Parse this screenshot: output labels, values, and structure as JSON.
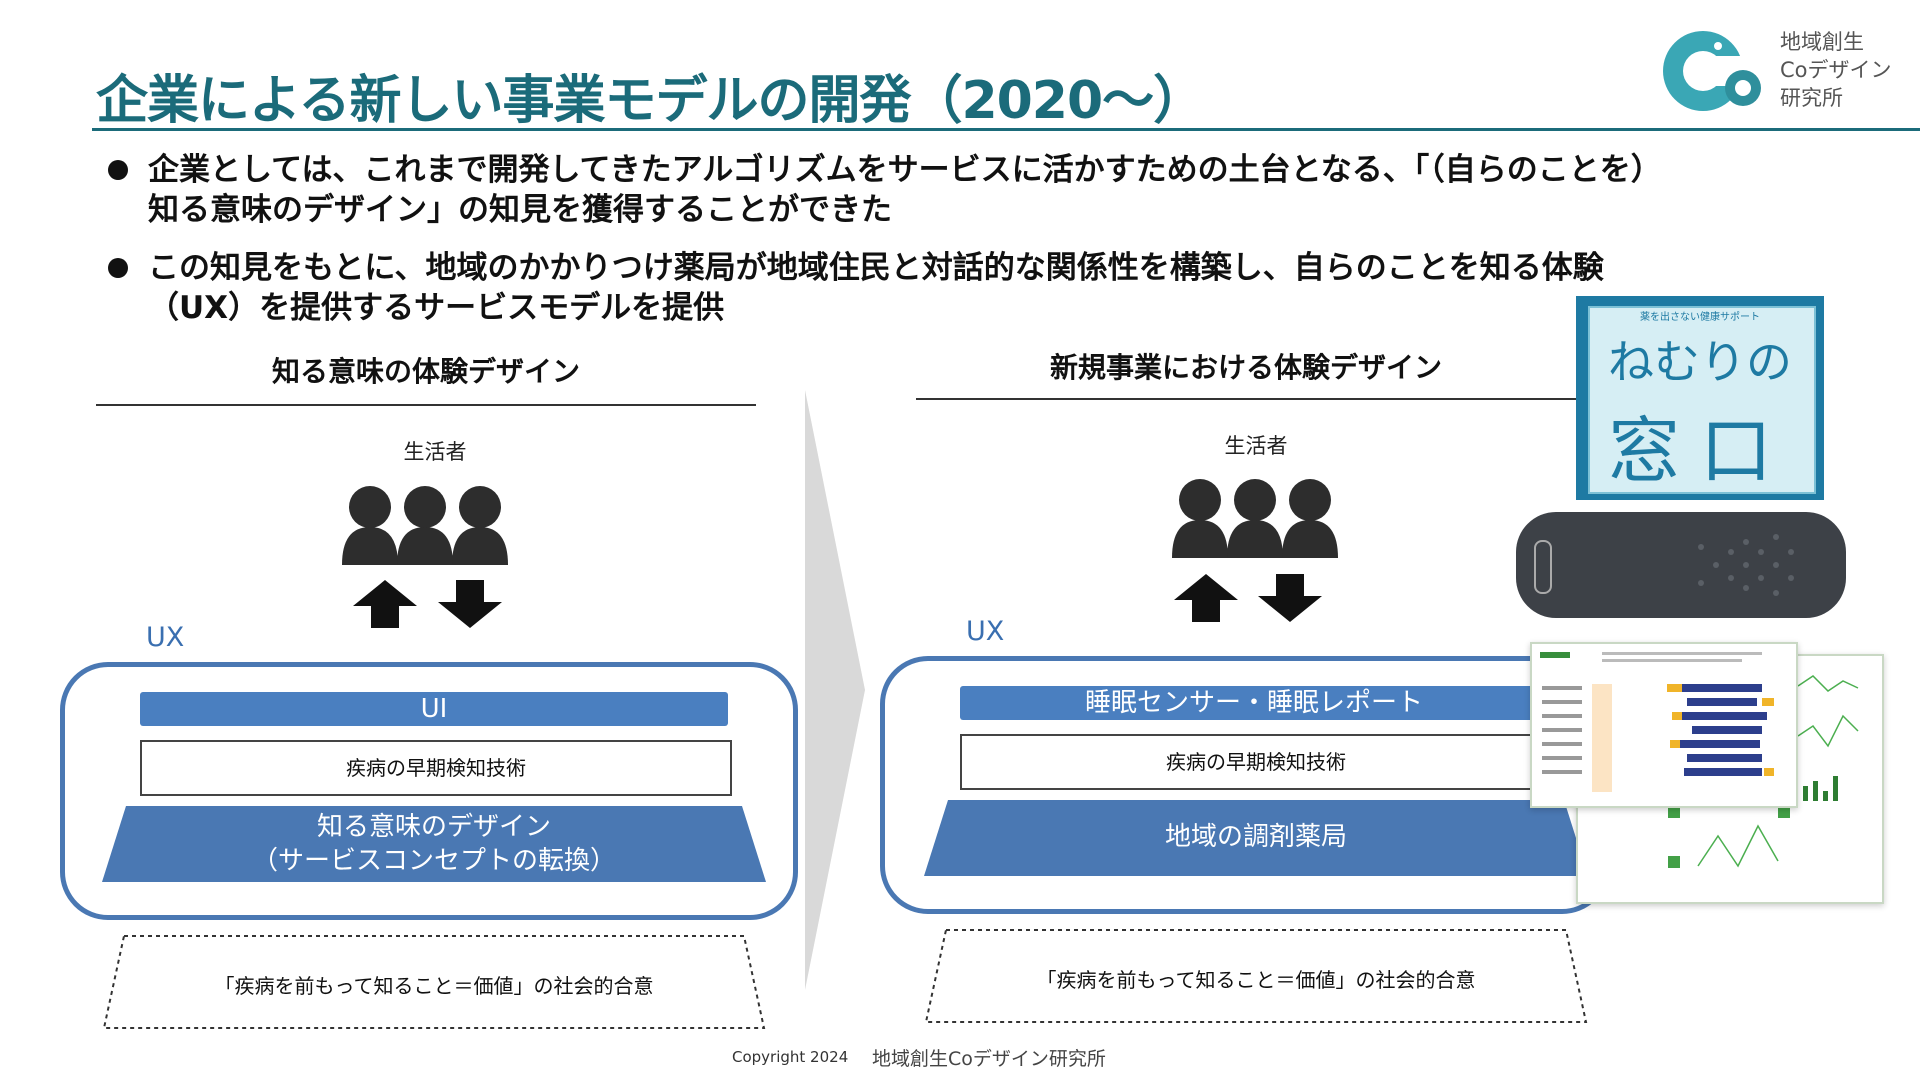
{
  "slide": {
    "title": "企業による新しい事業モデルの開発（2020～）",
    "logo": {
      "line1": "地域創生",
      "line2": "Coデザイン",
      "line3": "研究所"
    },
    "bullets": [
      {
        "line1": "企業としては、これまで開発してきたアルゴリズムをサービスに活かすための土台となる、「（自らのことを）",
        "line2": "知る意味のデザイン」の知見を獲得することができた"
      },
      {
        "line1": "この知見をもとに、地域のかかりつけ薬局が地域住民と対話的な関係性を構築し、自らのことを知る体験",
        "line2": "（UX）を提供するサービスモデルを提供"
      }
    ]
  },
  "left_panel": {
    "heading": "知る意味の体験デザイン",
    "people_label": "生活者",
    "ux_label": "UX",
    "ui_bar": "UI",
    "tech_bar": "疾病の早期検知技術",
    "base_line1": "知る意味のデザイン",
    "base_line2": "（サービスコンセプトの転換）",
    "consensus": "「疾病を前もって知ること＝価値」の社会的合意"
  },
  "right_panel": {
    "heading": "新規事業における体験デザイン",
    "people_label": "生活者",
    "ux_label": "UX",
    "ui_bar": "睡眠センサー・睡眠レポート",
    "tech_bar": "疾病の早期検知技術",
    "base": "地域の調剤薬局",
    "consensus": "「疾病を前もって知ること＝価値」の社会的合意"
  },
  "product_image": {
    "tagline": "薬を出さない健康サポート",
    "name_line1": "ねむりの",
    "name_line2": "窓口"
  },
  "footer": {
    "copyright": "Copyright 2024",
    "org": "地域創生Coデザイン研究所"
  },
  "colors": {
    "title": "#1b6b7a",
    "accent_blue": "#4a7fc0",
    "product_bg": "#1e7aa3"
  }
}
